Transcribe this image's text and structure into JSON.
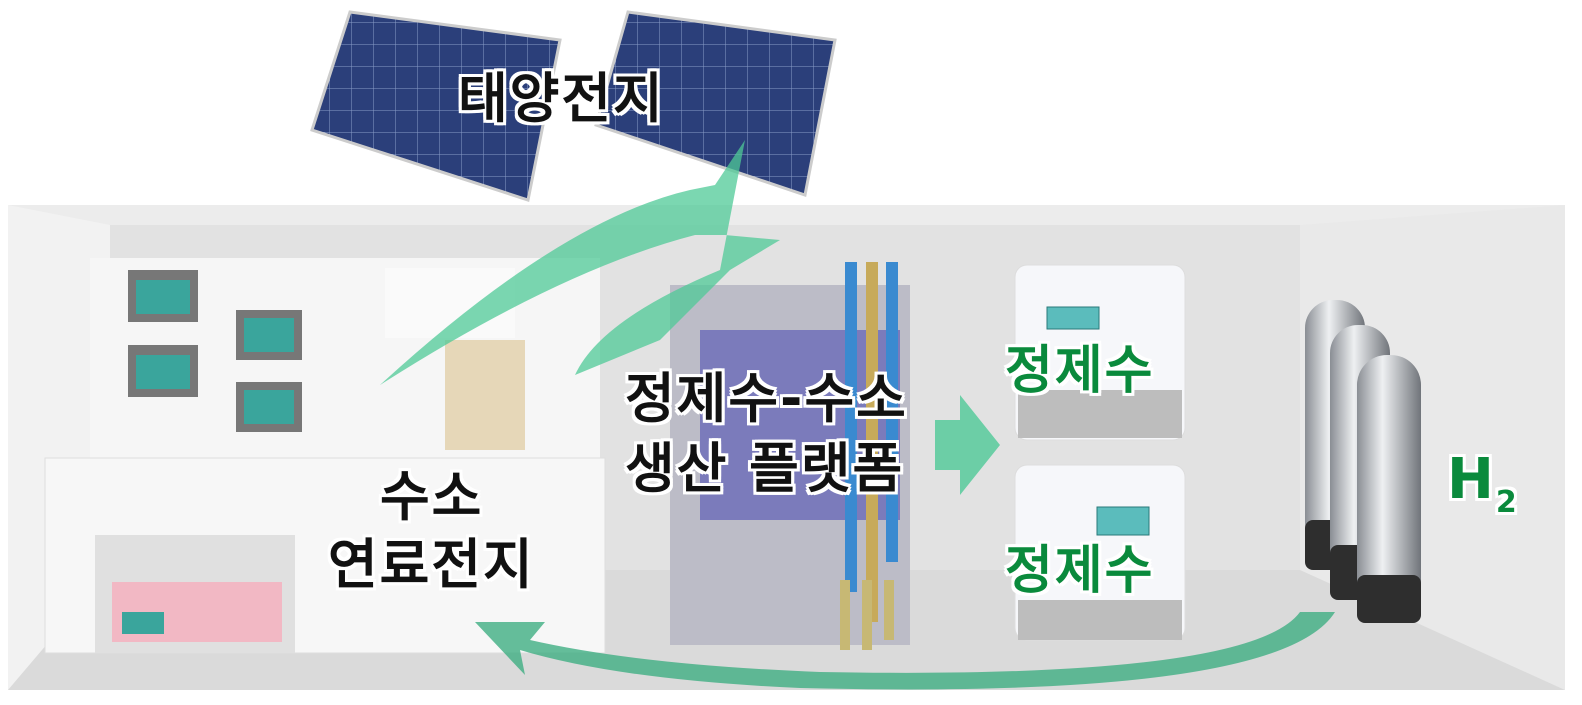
{
  "labels": {
    "solar_cell": "태양전지",
    "platform_line1": "정제수-수소",
    "platform_line2": "생산 플랫폼",
    "purified_water_top": "정제수",
    "purified_water_bottom": "정제수",
    "hydrogen": "H",
    "hydrogen_subscript": "2",
    "fuel_cell_line1": "수소",
    "fuel_cell_line2": "연료전지"
  },
  "colors": {
    "label_green": "#0a8a3c",
    "arrow_green": "#4fc997",
    "screen_teal": "#3aa59c",
    "wall_gray": "#e6e6e6"
  }
}
